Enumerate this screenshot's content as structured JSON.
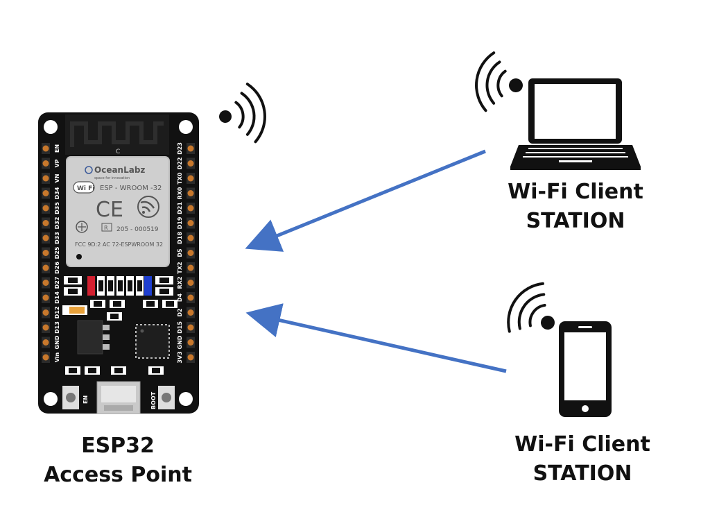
{
  "esp32": {
    "caption_line1": "ESP32",
    "caption_line2": "Access Point",
    "module": {
      "brand": "OceanLabz",
      "brand_tagline": "space for innovation",
      "wifi_logo": "Wi Fi",
      "model": "ESP - WROOM -32",
      "ce_mark": "CE",
      "cert_number": "205 - 000519",
      "fcc_line": "FCC 9D:2 AC 72-ESPWROOM 32",
      "r_mark": "R",
      "antenna_mark": "C"
    },
    "button_left": "EN",
    "button_right": "BOOT",
    "pins_left": [
      "EN",
      "VP",
      "VN",
      "D34",
      "D35",
      "D32",
      "D33",
      "D25",
      "D26",
      "D27",
      "D14",
      "D12",
      "D13",
      "GND",
      "Vin"
    ],
    "pins_right": [
      "D23",
      "D22",
      "TX0",
      "RX0",
      "D21",
      "D19",
      "D18",
      "D5",
      "TX2",
      "RX2",
      "D4",
      "D2",
      "D15",
      "GND",
      "3V3"
    ]
  },
  "laptop_client": {
    "caption_line1": "Wi-Fi Client",
    "caption_line2": "STATION"
  },
  "phone_client": {
    "caption_line1": "Wi-Fi Client",
    "caption_line2": "STATION"
  },
  "colors": {
    "arrow": "#4472c4",
    "board": "#111111",
    "module": "#cfcfcf",
    "led_red": "#d32030",
    "led_blue": "#1f3fd0",
    "led_amber": "#e8a13a"
  },
  "icons": [
    "wifi-signal-icon",
    "laptop-icon",
    "smartphone-icon",
    "arrow-icon"
  ]
}
